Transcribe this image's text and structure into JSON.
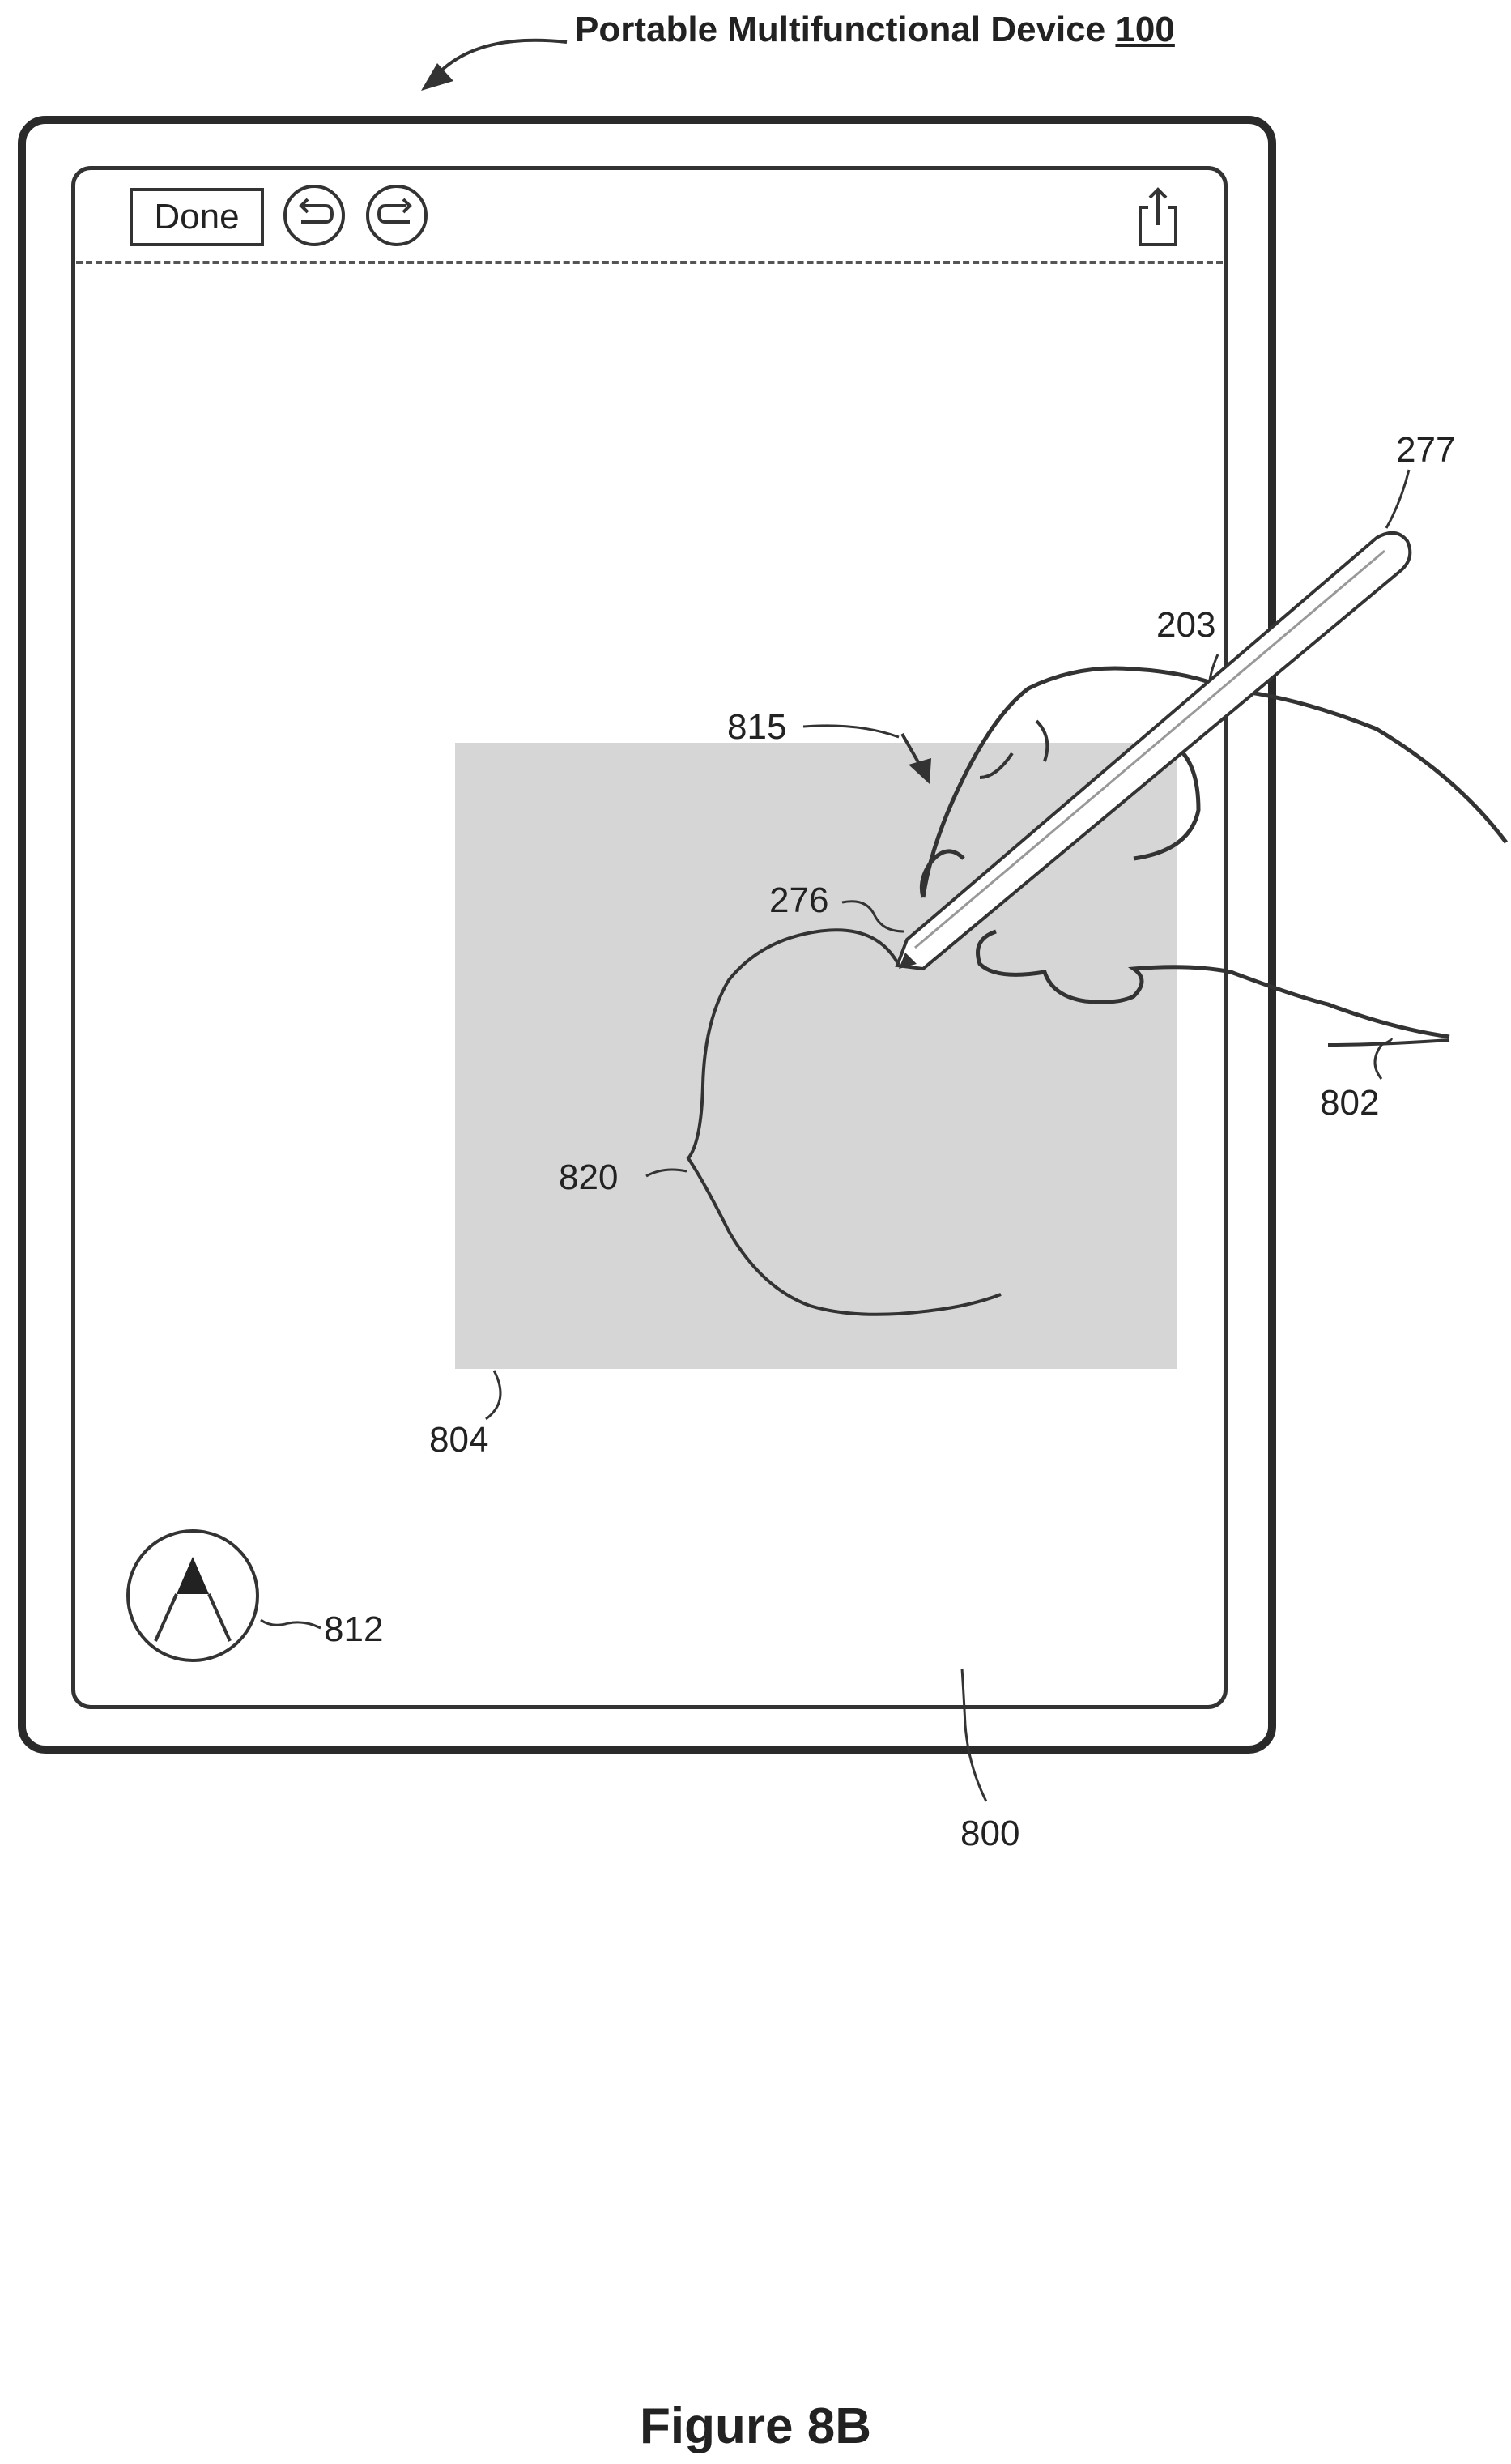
{
  "header": {
    "title_text": "Portable Multifunctional Device ",
    "title_number": "100"
  },
  "toolbar": {
    "done_label": "Done",
    "undo_icon": "undo-arrow-icon",
    "redo_icon": "redo-arrow-icon",
    "share_icon": "share-icon"
  },
  "drawing_area_color": "#d6d6d6",
  "tool_icon": "pencil-tool-icon",
  "reference_labels": {
    "stylus": "277",
    "stylus_body": "203",
    "canvas_region": "815",
    "stylus_tip": "276",
    "finger": "802",
    "stroke": "820",
    "drawing_area": "804",
    "tool_button": "812",
    "screen": "800"
  },
  "figure_caption": "Figure 8B"
}
